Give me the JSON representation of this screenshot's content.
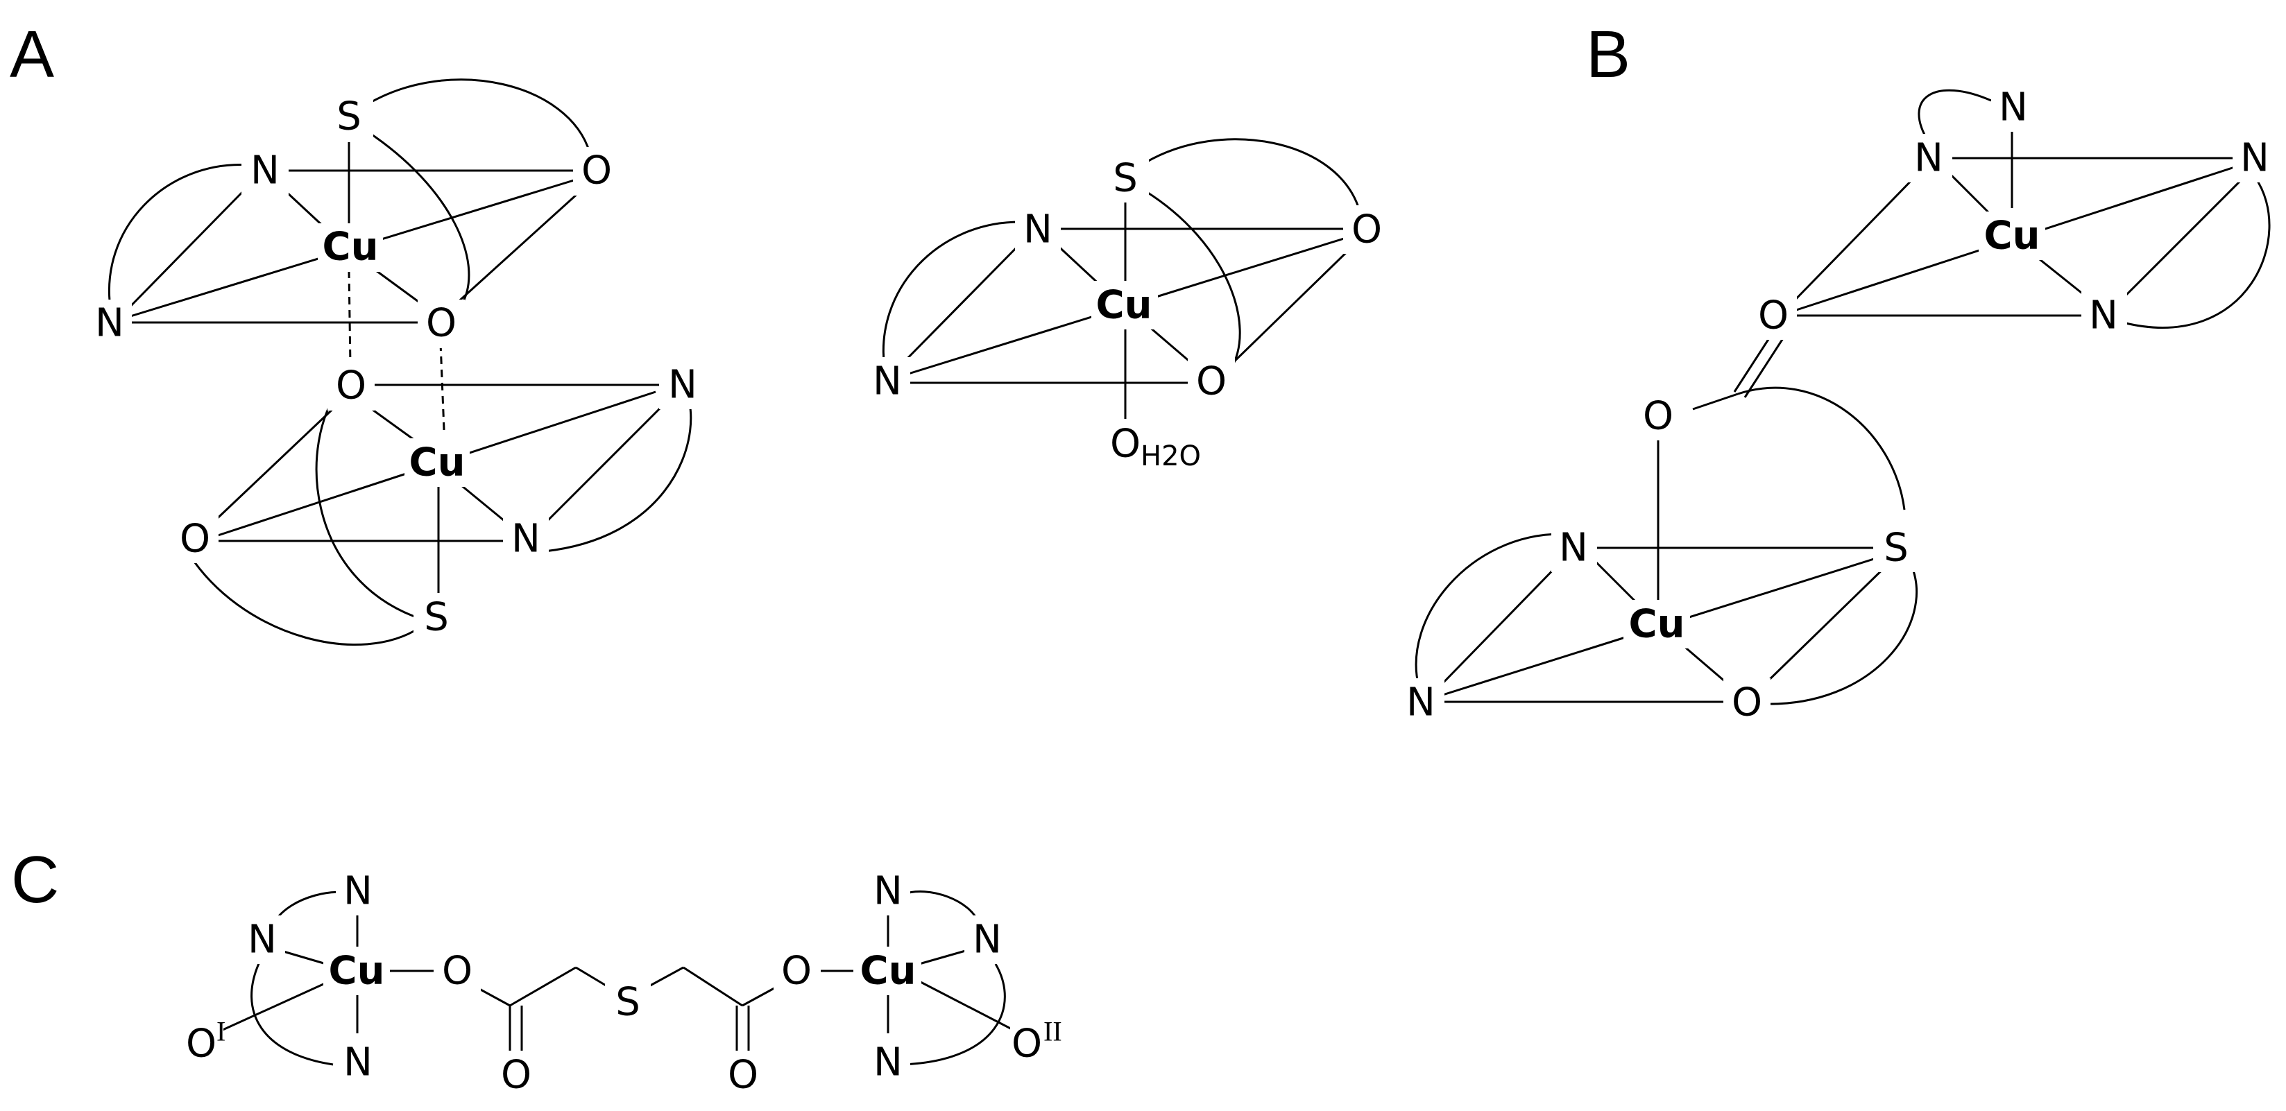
{
  "panels": {
    "A": {
      "label": "A",
      "dimer": {
        "top": {
          "metal": "Cu",
          "S": "S",
          "N1": "N",
          "N2": "N",
          "O1": "O",
          "O2": "O"
        },
        "bottom": {
          "metal": "Cu",
          "S": "S",
          "N1": "N",
          "N2": "N",
          "O1": "O",
          "O2": "O"
        }
      },
      "monomer": {
        "metal": "Cu",
        "S": "S",
        "N1": "N",
        "N2": "N",
        "O1": "O",
        "O2": "O",
        "Ow": "O",
        "water": "H2O"
      }
    },
    "B": {
      "label": "B",
      "upper": {
        "metal": "Cu",
        "N1": "N",
        "N2": "N",
        "N3": "N",
        "N4": "N",
        "O": "O"
      },
      "lower": {
        "metal": "Cu",
        "N1": "N",
        "N2": "N",
        "S": "S",
        "O1": "O",
        "O2": "O"
      }
    },
    "C": {
      "label": "C",
      "left": {
        "metal": "Cu",
        "N1": "N",
        "N2": "N",
        "N3": "N",
        "O_link": "O",
        "O_ext": "O",
        "ext_marker": "I",
        "O_carbonyl": "O"
      },
      "bridge": {
        "S": "S"
      },
      "right": {
        "metal": "Cu",
        "N1": "N",
        "N2": "N",
        "N3": "N",
        "O_link": "O",
        "O_ext": "O",
        "ext_marker": "II",
        "O_carbonyl": "O"
      }
    }
  }
}
